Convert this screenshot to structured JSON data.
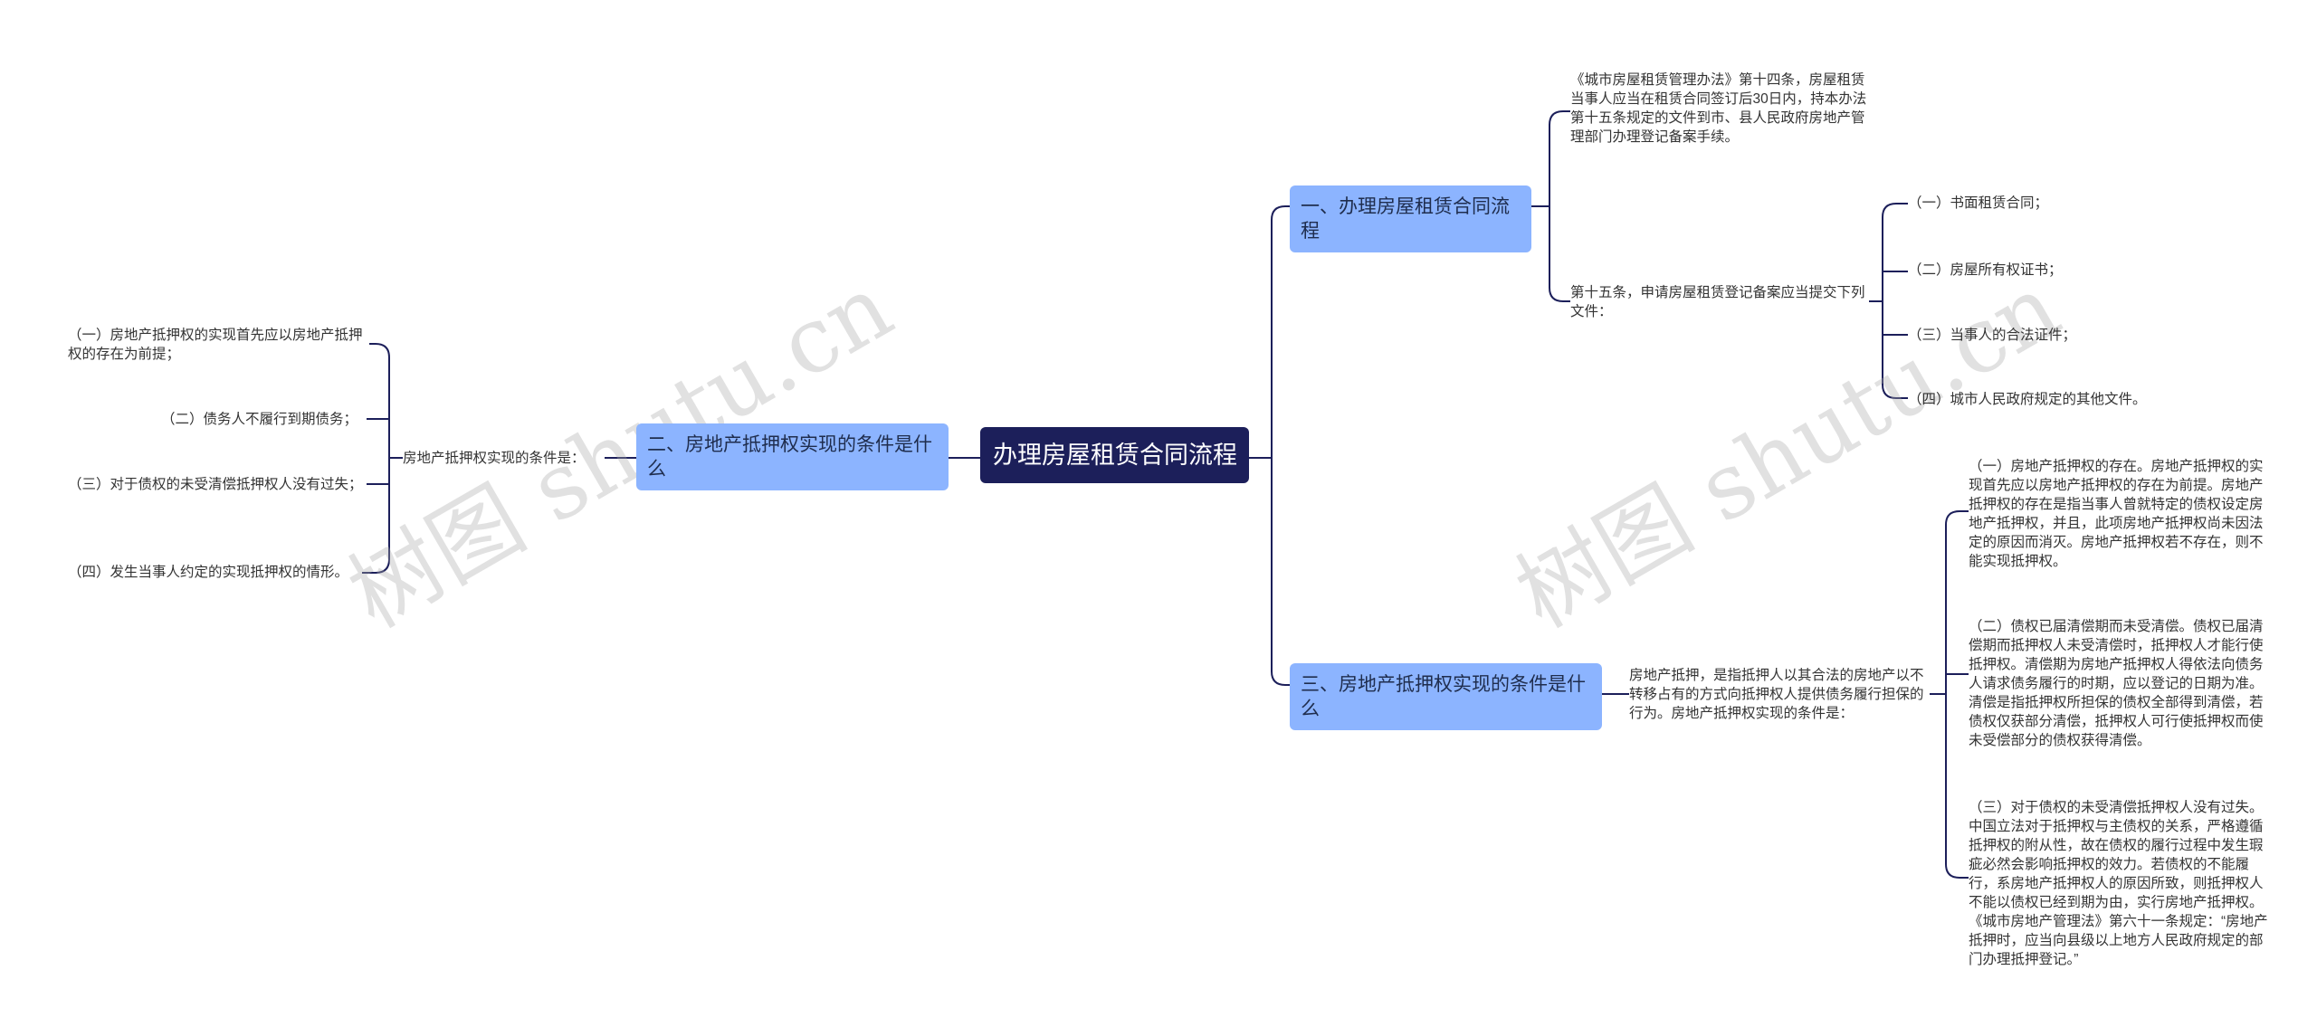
{
  "root": {
    "title": "办理房屋租赁合同流程"
  },
  "branches": {
    "b1": {
      "label": "一、办理房屋租赁合同流程"
    },
    "b2": {
      "label": "二、房地产抵押权实现的条件是什么"
    },
    "b3": {
      "label": "三、房地产抵押权实现的条件是什么"
    }
  },
  "b1_children": {
    "c1": "《城市房屋租赁管理办法》第十四条，房屋租赁当事人应当在租赁合同签订后30日内，持本办法第十五条规定的文件到市、县人民政府房地产管理部门办理登记备案手续。",
    "c2": "第十五条，申请房屋租赁登记备案应当提交下列文件：",
    "c2_items": [
      "（一）书面租赁合同；",
      "（二）房屋所有权证书；",
      "（三）当事人的合法证件；",
      "（四）城市人民政府规定的其他文件。"
    ]
  },
  "b2_children": {
    "c1": "房地产抵押权实现的条件是：",
    "c1_items": [
      "（一）房地产抵押权的实现首先应以房地产抵押权的存在为前提；",
      "（二）债务人不履行到期债务；",
      "（三）对于债权的未受清偿抵押权人没有过失；",
      "（四）发生当事人约定的实现抵押权的情形。"
    ]
  },
  "b3_children": {
    "c1": "房地产抵押，是指抵押人以其合法的房地产以不转移占有的方式向抵押权人提供债务履行担保的行为。房地产抵押权实现的条件是：",
    "c1_items": [
      "（一）房地产抵押权的存在。房地产抵押权的实现首先应以房地产抵押权的存在为前提。房地产抵押权的存在是指当事人曾就特定的债权设定房地产抵押权，并且，此项房地产抵押权尚未因法定的原因而消灭。房地产抵押权若不存在，则不能实现抵押权。",
      "（二）债权已届清偿期而未受清偿。债权已届清偿期而抵押权人未受清偿时，抵押权人才能行使抵押权。清偿期为房地产抵押权人得依法向债务人请求债务履行的时期，应以登记的日期为准。清偿是指抵押权所担保的债权全部得到清偿，若债权仅获部分清偿，抵押权人可行使抵押权而使未受偿部分的债权获得清偿。",
      "（三）对于债权的未受清偿抵押权人没有过失。中国立法对于抵押权与主债权的关系，严格遵循抵押权的附从性，故在债权的履行过程中发生瑕疵必然会影响抵押权的效力。若债权的不能履行，系房地产抵押权人的原因所致，则抵押权人不能以债权已经到期为由，实行房地产抵押权。《城市房地产管理法》第六十一条规定：“房地产抵押时，应当向县级以上地方人民政府规定的部门办理抵押登记。”"
    ]
  },
  "watermarks": [
    "树图 shutu.cn",
    "树图 shutu.cn"
  ],
  "colors": {
    "root_bg": "#1c1f5a",
    "branch_bg": "#8cb4ff",
    "line": "#1c1f5a"
  }
}
